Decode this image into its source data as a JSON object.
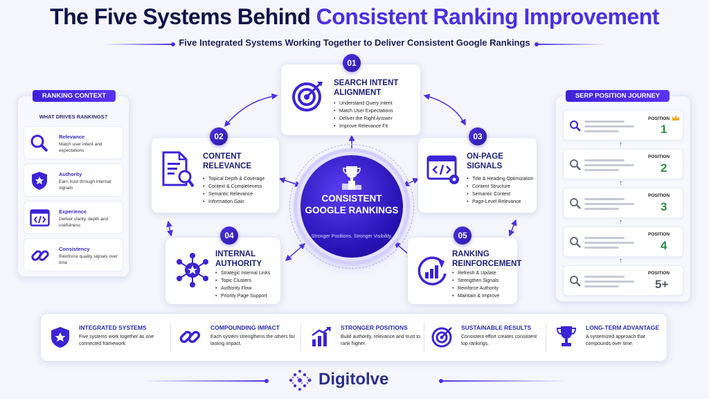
{
  "header": {
    "title_prefix": "The Five Systems Behind",
    "title_accent": "Consistent Ranking Improvement",
    "subtitle": "Five Integrated Systems Working Together to Deliver Consistent Google Rankings"
  },
  "hub": {
    "title": "CONSISTENT GOOGLE RANKINGS",
    "tagline": "Stronger Positions. Stronger Visibility."
  },
  "systems": [
    {
      "number": "01",
      "title": "SEARCH INTENT ALIGNMENT",
      "icon": "target-icon",
      "bullets": [
        "Understand Query Intent",
        "Match User Expectations",
        "Deliver the Right Answer",
        "Improve Relevance Fit"
      ]
    },
    {
      "number": "02",
      "title": "CONTENT RELEVANCE",
      "icon": "document-search-icon",
      "bullets": [
        "Topical Depth & Coverage",
        "Context & Completeness",
        "Semantic Relevance",
        "Information Gain"
      ]
    },
    {
      "number": "03",
      "title": "ON-PAGE SIGNALS",
      "icon": "code-window-icon",
      "bullets": [
        "Title & Heading Optimization",
        "Content Structure",
        "Semantic Context",
        "Page-Level Relevance"
      ]
    },
    {
      "number": "04",
      "title": "INTERNAL AUTHORITY",
      "icon": "network-star-icon",
      "bullets": [
        "Strategic Internal Links",
        "Topic Clusters",
        "Authority Flow",
        "Priority Page Support"
      ]
    },
    {
      "number": "05",
      "title": "RANKING REINFORCEMENT",
      "icon": "refresh-growth-icon",
      "bullets": [
        "Refresh & Update",
        "Strengthen Signals",
        "Reinforce Authority",
        "Maintain & Improve"
      ]
    }
  ],
  "ranking_context": {
    "heading": "RANKING CONTEXT",
    "subheading": "WHAT DRIVES RANKINGS?",
    "items": [
      {
        "name": "Relevance",
        "desc": "Match user intent and expectations",
        "icon": "magnifier-icon"
      },
      {
        "name": "Authority",
        "desc": "Earn trust through internal signals",
        "icon": "shield-star-icon"
      },
      {
        "name": "Experience",
        "desc": "Deliver clarity, depth and usefulness",
        "icon": "code-window-icon"
      },
      {
        "name": "Consistency",
        "desc": "Reinforce quality signals over time",
        "icon": "chain-link-icon"
      }
    ]
  },
  "serp_journey": {
    "heading": "SERP POSITION JOURNEY",
    "rows": [
      {
        "label": "POSITION",
        "value": "1",
        "color": "#2e8f49",
        "crown": true
      },
      {
        "label": "POSITION",
        "value": "2",
        "color": "#2e8f49",
        "crown": false
      },
      {
        "label": "POSITION",
        "value": "3",
        "color": "#2e8f49",
        "crown": false
      },
      {
        "label": "POSITION",
        "value": "4",
        "color": "#2e8f49",
        "crown": false
      },
      {
        "label": "POSITION",
        "value": "5+",
        "color": "#555a66",
        "crown": false
      }
    ]
  },
  "benefits": [
    {
      "title": "INTEGRATED SYSTEMS",
      "desc": "Five systems work together as one connected framework.",
      "icon": "shield-star-icon"
    },
    {
      "title": "COMPOUNDING IMPACT",
      "desc": "Each system strengthens the others for lasting impact.",
      "icon": "chain-link-icon"
    },
    {
      "title": "STRONGER POSITIONS",
      "desc": "Build authority, relevance and trust to rank higher.",
      "icon": "bar-growth-icon"
    },
    {
      "title": "SUSTAINABLE RESULTS",
      "desc": "Consistent effort creates consistent top rankings.",
      "icon": "target-icon"
    },
    {
      "title": "LONG-TERM ADVANTAGE",
      "desc": "A systemized approach that compounds over time.",
      "icon": "trophy-icon"
    }
  ],
  "brand": {
    "name": "Digitolve",
    "icon": "dot-network-logo"
  },
  "colors": {
    "primary": "#4b2fe0",
    "navy": "#0e1347",
    "green": "#2e8f49",
    "background": "#f4f6fc"
  }
}
